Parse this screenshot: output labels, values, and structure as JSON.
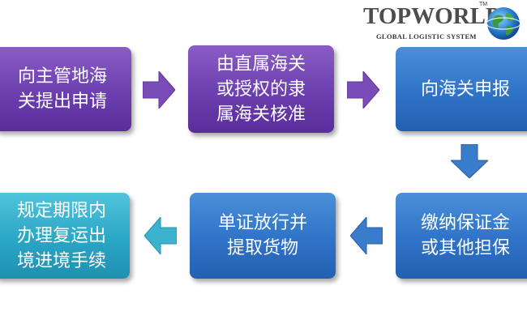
{
  "logo": {
    "name": "TOPWORLD",
    "tagline": "GLOBAL LOGISTIC SYSTEM",
    "tm": "TM"
  },
  "steps": [
    {
      "text": "向主管地海\n关提出申请"
    },
    {
      "text": "由直属海关\n或授权的隶\n属海关核准"
    },
    {
      "text": "向海关申报"
    },
    {
      "text": "缴纳保证金\n或其他担保"
    },
    {
      "text": "单证放行并\n提取货物"
    },
    {
      "text": "规定期限内\n办理复运出\n境进境手续"
    }
  ],
  "colors": {
    "purple": "#6c3fb0",
    "blue": "#2f73c8",
    "teal": "#2aa6c6",
    "arrow_purple": "#7a4cb8",
    "arrow_blue": "#3a7ccc",
    "arrow_teal": "#3bb3cf"
  }
}
